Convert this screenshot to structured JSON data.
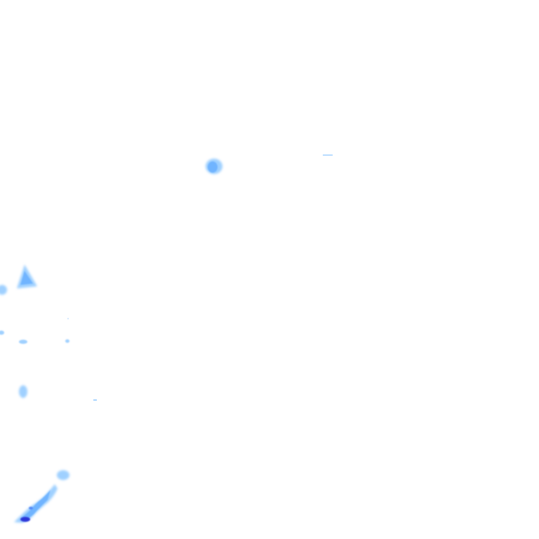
{
  "map": {
    "type": "precipitation-radar-overlay",
    "background": "transparent",
    "palette": {
      "very_light": "#cfe6ff",
      "light": "#9fd0ff",
      "moderate": "#6fb4ff",
      "heavy": "#4f86f7",
      "intense": "#2a35d8"
    },
    "echo_cell_count": 14
  }
}
